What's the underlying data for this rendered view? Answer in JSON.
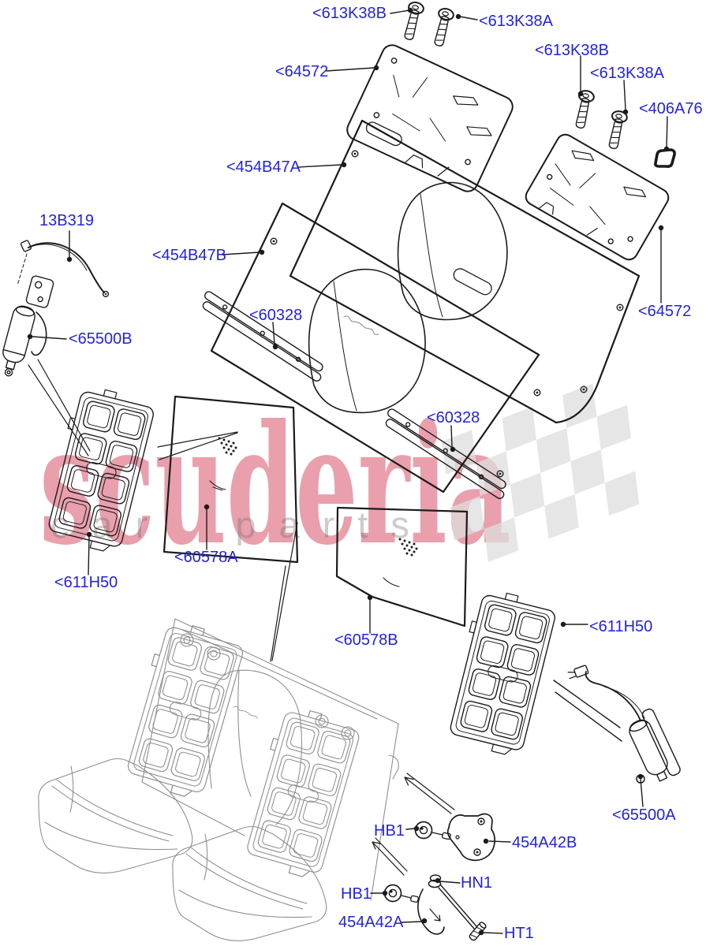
{
  "watermark": {
    "brand": "scuderia",
    "tagline": "car parts"
  },
  "colors": {
    "label": "#2323dd",
    "ink": "#1b1b1b",
    "asm": "#8f8f8f",
    "dot": "#111111",
    "wm-brand": "rgba(206,42,70,0.45)",
    "wm-tag": "rgba(110,110,110,0.35)",
    "flag": "#dedede"
  },
  "labels": [
    {
      "id": "613K38B-top",
      "text": "<613K38B"
    },
    {
      "id": "613K38A-top",
      "text": "<613K38A"
    },
    {
      "id": "64572-left",
      "text": "<64572"
    },
    {
      "id": "613K38B-right",
      "text": "<613K38B"
    },
    {
      "id": "613K38A-right",
      "text": "<613K38A"
    },
    {
      "id": "406A76",
      "text": "<406A76"
    },
    {
      "id": "454B47A",
      "text": "<454B47A"
    },
    {
      "id": "13B319",
      "text": "13B319"
    },
    {
      "id": "454B47B",
      "text": "<454B47B"
    },
    {
      "id": "60328-upper",
      "text": "<60328"
    },
    {
      "id": "65500B",
      "text": "<65500B"
    },
    {
      "id": "64572-right",
      "text": "<64572"
    },
    {
      "id": "60328-lower",
      "text": "<60328"
    },
    {
      "id": "60578A",
      "text": "<60578A"
    },
    {
      "id": "611H50-left",
      "text": "<611H50"
    },
    {
      "id": "60578B",
      "text": "<60578B"
    },
    {
      "id": "611H50-right",
      "text": "<611H50"
    },
    {
      "id": "65500A",
      "text": "<65500A"
    },
    {
      "id": "HB1-upper",
      "text": "HB1"
    },
    {
      "id": "454A42B",
      "text": "454A42B"
    },
    {
      "id": "HB1-lower",
      "text": "HB1"
    },
    {
      "id": "HN1",
      "text": "HN1"
    },
    {
      "id": "454A42A",
      "text": "454A42A"
    },
    {
      "id": "HT1",
      "text": "HT1"
    }
  ]
}
